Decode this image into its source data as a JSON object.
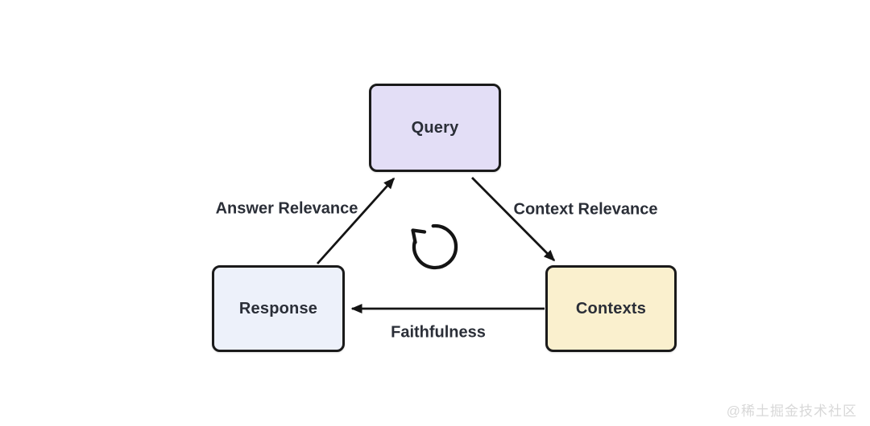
{
  "diagram": {
    "nodes": [
      {
        "id": "query",
        "label": "Query",
        "fill": "#e3def6"
      },
      {
        "id": "response",
        "label": "Response",
        "fill": "#edf1fa"
      },
      {
        "id": "contexts",
        "label": "Contexts",
        "fill": "#faf0ce"
      }
    ],
    "edges": [
      {
        "id": "answer-relevance",
        "label": "Answer Relevance",
        "from": "Response",
        "to": "Query"
      },
      {
        "id": "context-relevance",
        "label": "Context Relevance",
        "from": "Query",
        "to": "Contexts"
      },
      {
        "id": "faithfulness",
        "label": "Faithfulness",
        "from": "Contexts",
        "to": "Response"
      }
    ],
    "center_icon": "counterclockwise-cycle-icon",
    "colors": {
      "node_border": "#1a1a1a",
      "arrow": "#141414",
      "label_text": "#2a2e37",
      "watermark_text": "#d8d8d8",
      "background": "#ffffff"
    }
  },
  "watermark": {
    "text": "@稀土掘金技术社区"
  }
}
